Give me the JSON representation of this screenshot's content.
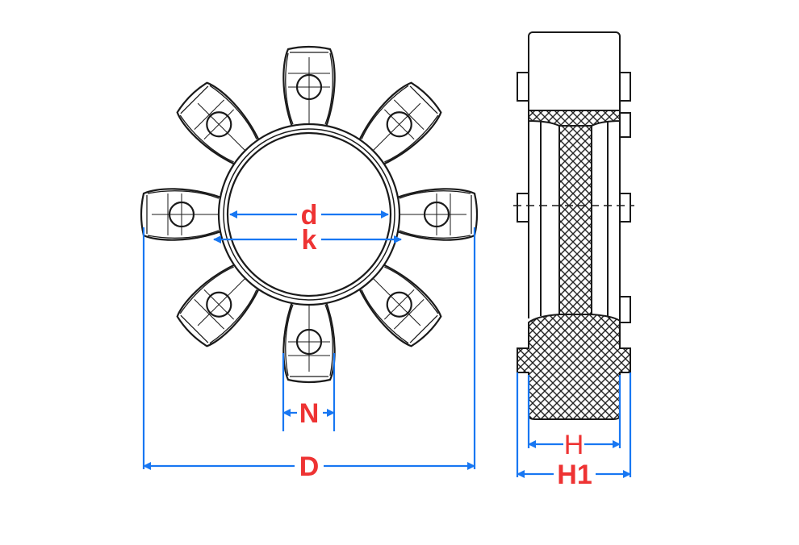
{
  "colors": {
    "line": "#1a1a1a",
    "dimension": "#1877f2",
    "label": "#ee3333"
  },
  "front_view": {
    "lobe_count": 8
  },
  "labels": {
    "d": "d",
    "k": "k",
    "N": "N",
    "D": "D",
    "H": "H",
    "H1": "H1"
  }
}
